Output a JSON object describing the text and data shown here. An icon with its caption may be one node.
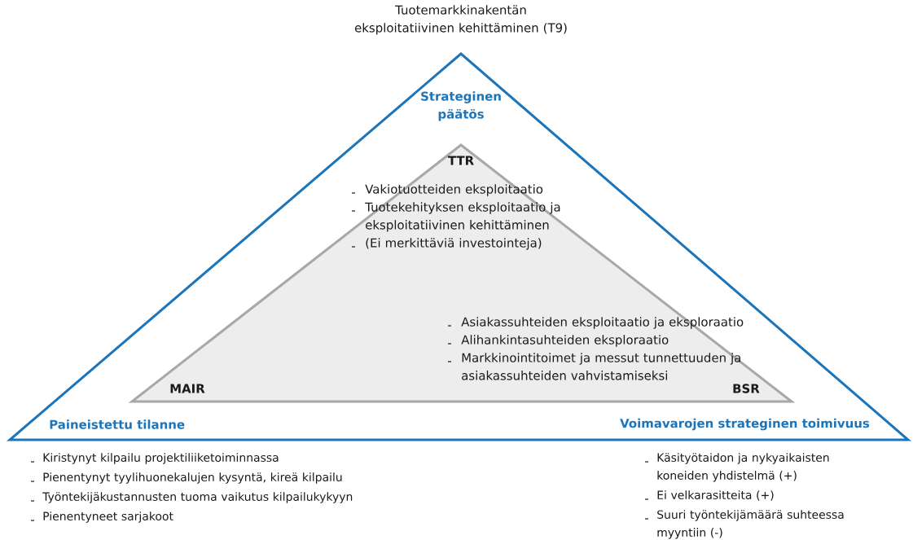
{
  "diagram": {
    "nodes": [
      {
        "text": [
          "Strateginen päätös",
          "Paineistettu tilanne",
          "Voimavarojen strateginen toimivuus"
        ],
        "beside": [
          "Tuotemarkkinakentän eksploitatiivinen kehittäminen (T9)"
        ]
      },
      {
        "text": [
          "TTR",
          "Vakiotuotteiden eksploitaatio",
          "Tuotekehityksen eksploitaatio ja eksploitatiivinen kehittäminen",
          "(Ei merkittäviä investointeja)",
          "Asiakassuhteiden eksploitaatio ja eksploraatio",
          "Alihankintasuhteiden eksploraatio",
          "Markkinointitoimet ja messut tunnettuuden ja asiakassuhteiden vahvistamiseksi",
          "MAIR",
          "BSR"
        ],
        "in": 0
      }
    ],
    "labels": [
      "Kiristynyt kilpailu projektiliiketoiminnassa",
      "Pienentynyt tyylihuonekalujen kysyntä, kireä kilpailu",
      "Työntekijäkustannusten tuoma vaikutus kilpailukykyyn",
      "Pienentyneet sarjakoot",
      "Käsityötaidon ja nykyaikaisten koneiden yhdistelmä (+)",
      "Ei velkarasitteita (+)",
      "Suuri työntekijämäärä suhteessa myyntiin (-)"
    ]
  }
}
